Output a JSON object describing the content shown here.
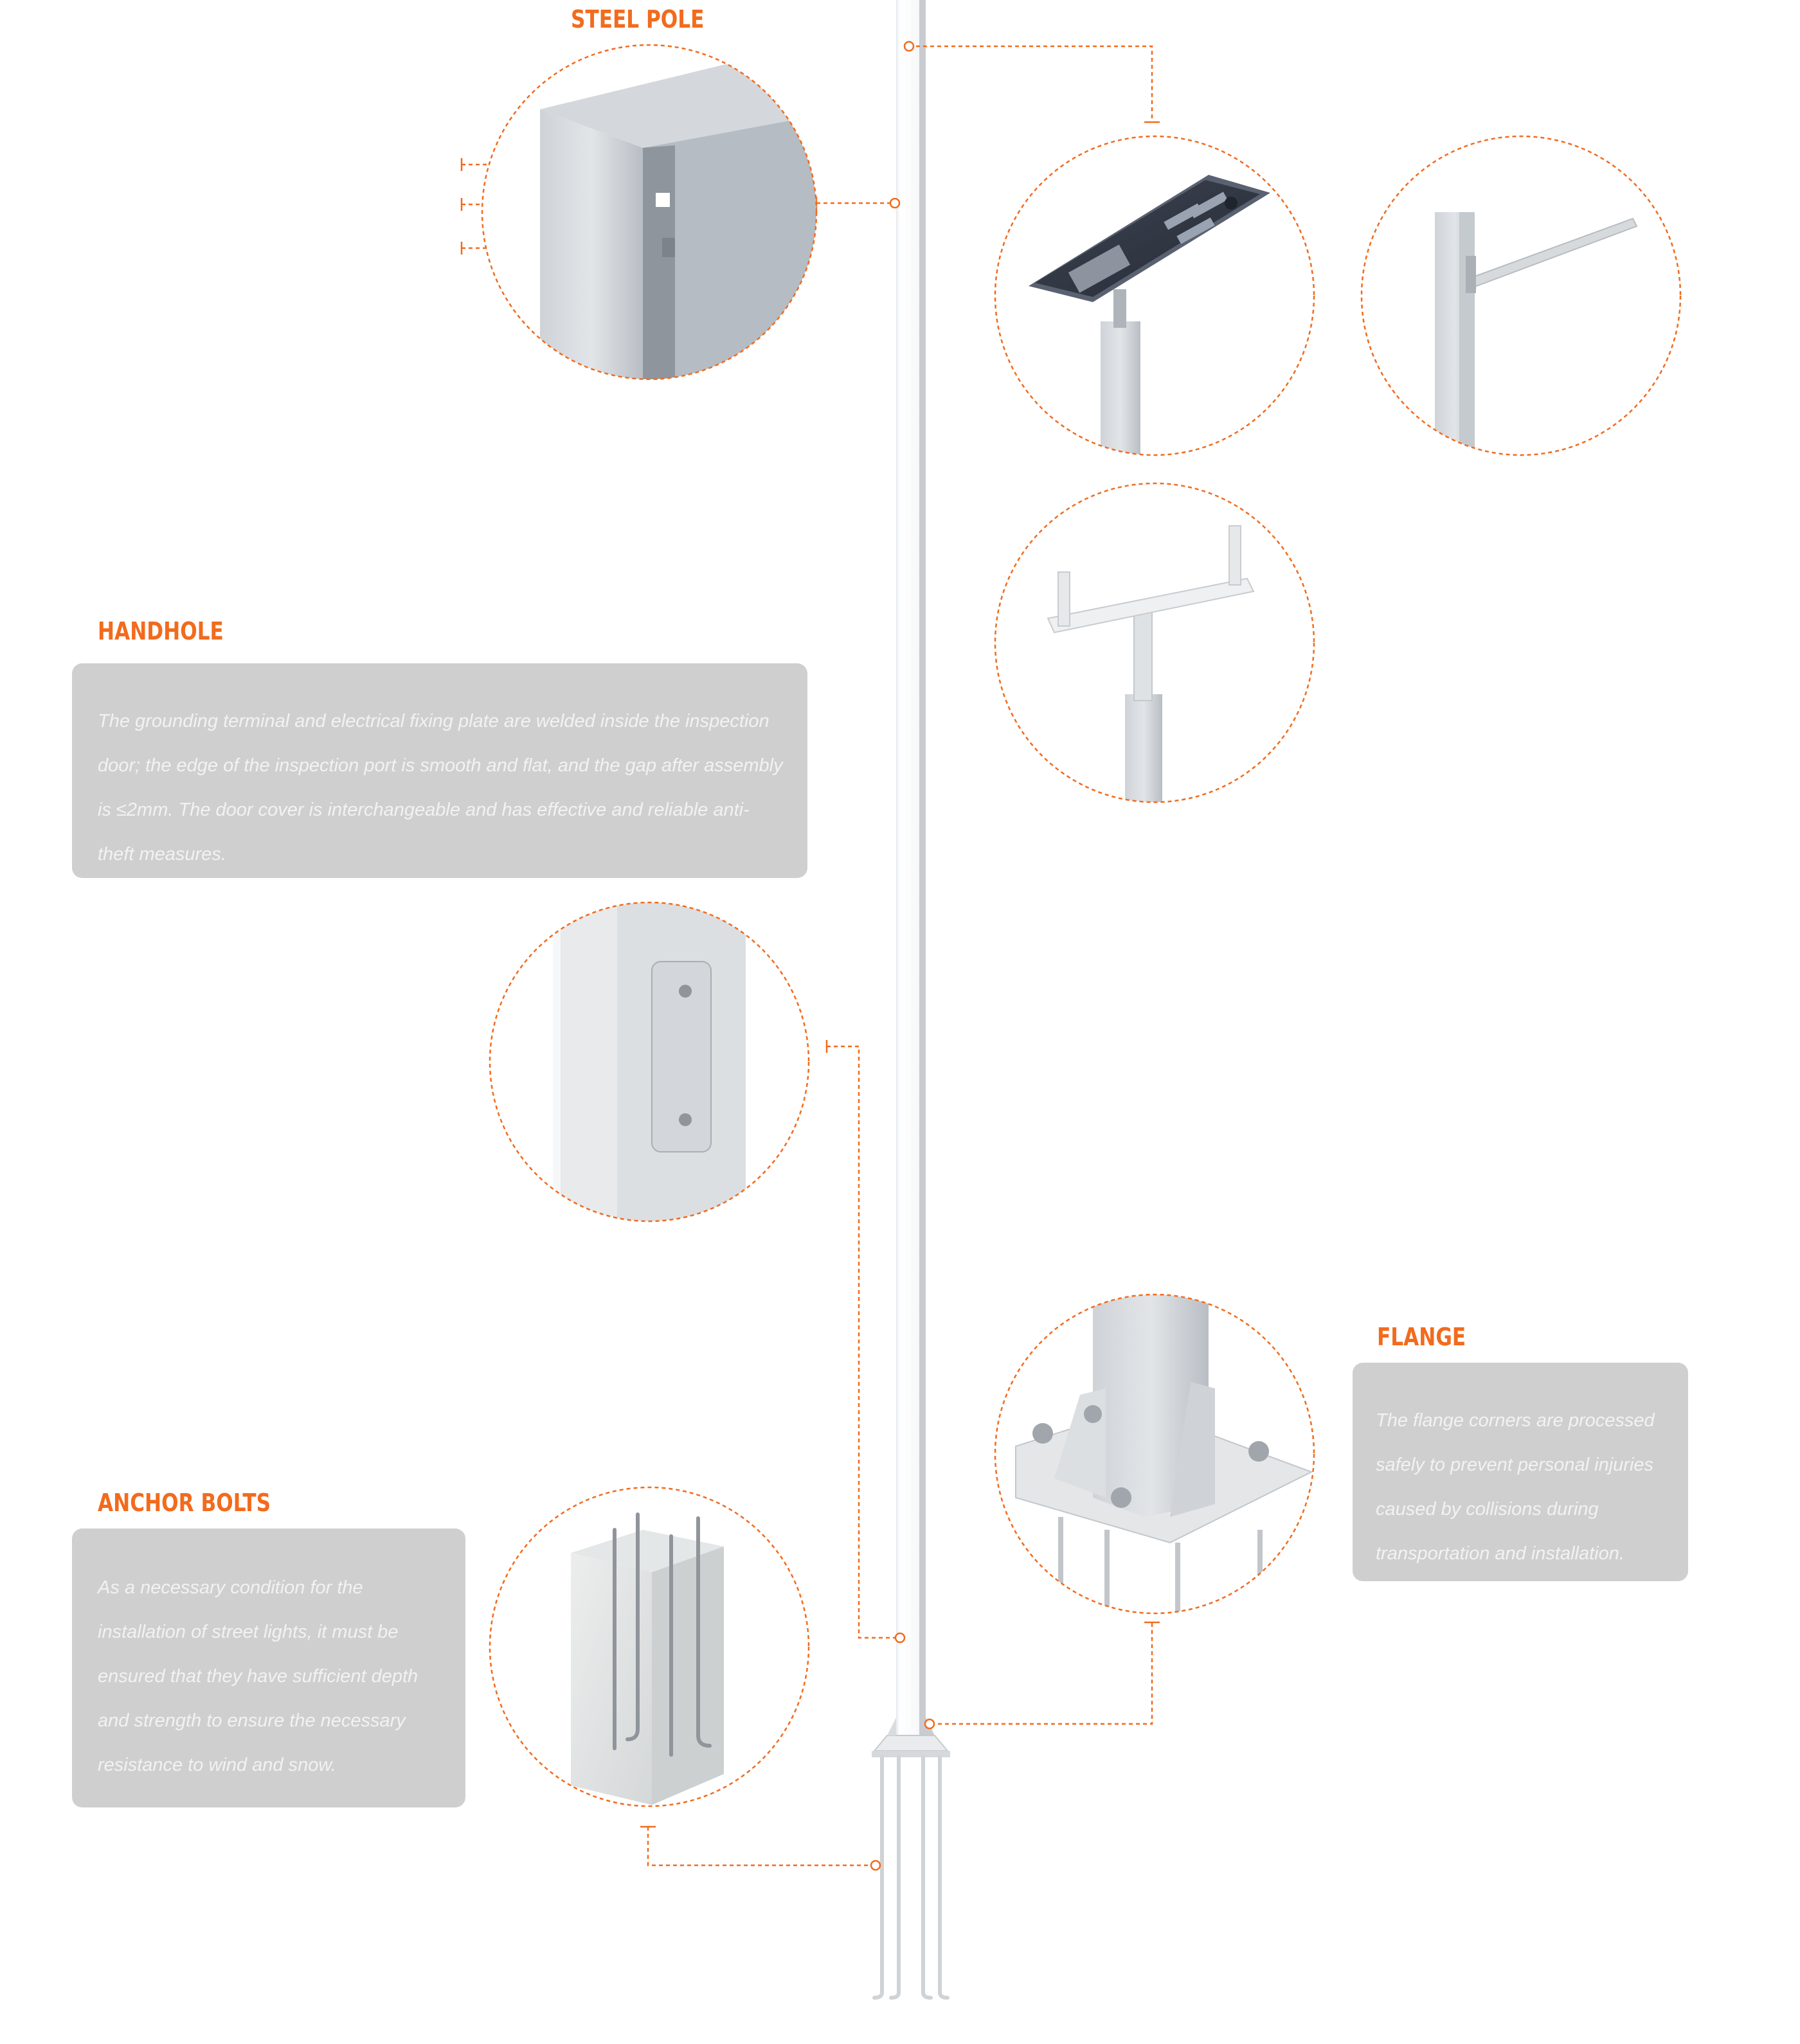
{
  "colors": {
    "accent": "#f26b1d",
    "card_bg": "#cfcfcf",
    "card_text": "#f2f2f2",
    "pole": "#ffffff"
  },
  "steel_pole": {
    "title": "STEEL POLE"
  },
  "handhole": {
    "title": "HANDHOLE",
    "description": "The grounding terminal and electrical fixing plate are welded inside the inspection door; the edge of the inspection port is smooth and flat, and the gap after assembly is ≤2mm. The door cover is interchangeable and has effective and reliable anti-theft measures."
  },
  "flange": {
    "title": "FLANGE",
    "description": "The flange corners are processed safely to prevent personal injuries caused by collisions during transportation and installation."
  },
  "anchor_bolts": {
    "title": "ANCHOR BOLTS",
    "description": "As a necessary condition for the installation of street lights, it must be ensured that they have sufficient depth and strength to ensure the necessary resistance to wind and snow."
  }
}
